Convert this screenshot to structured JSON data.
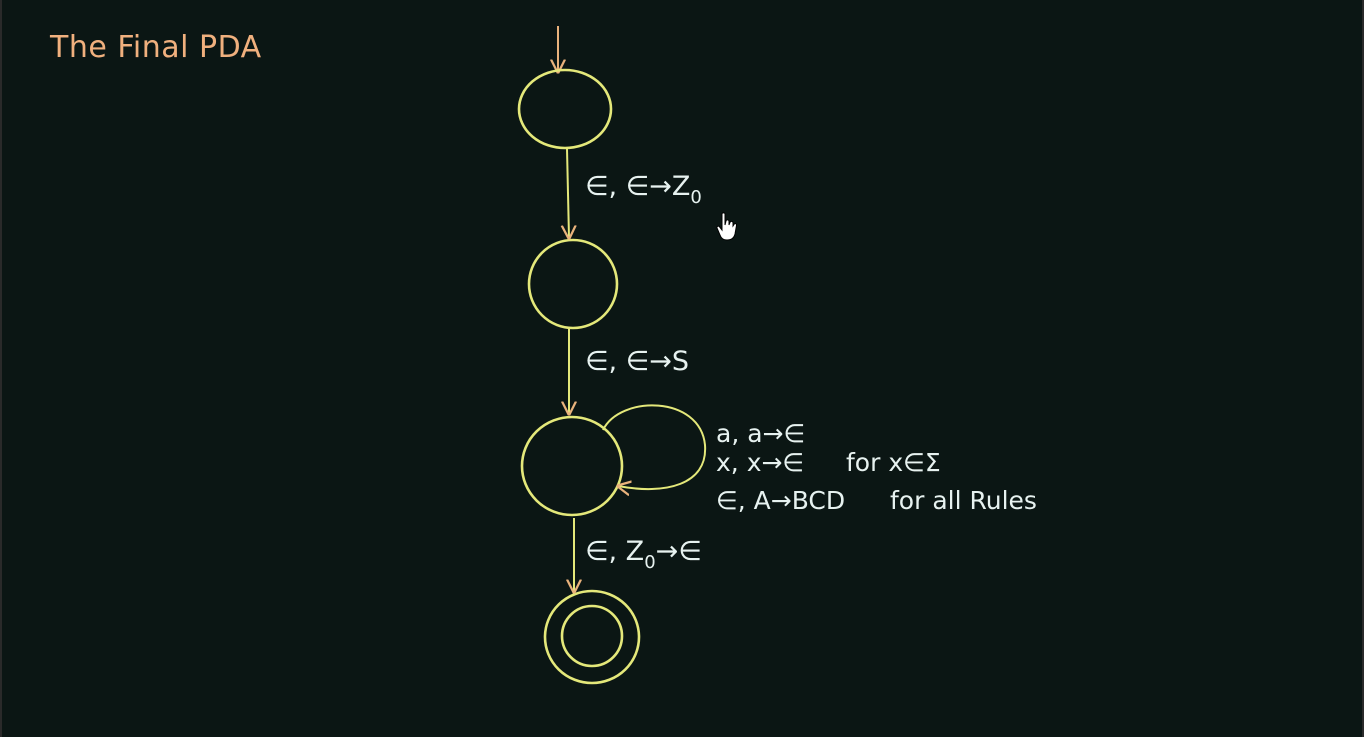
{
  "slide": {
    "title": "The Final PDA"
  },
  "diagram": {
    "states": [
      {
        "id": "q_start",
        "type": "start"
      },
      {
        "id": "q_push_z0",
        "type": "normal"
      },
      {
        "id": "q_loop",
        "type": "normal"
      },
      {
        "id": "q_accept",
        "type": "accept"
      }
    ],
    "transitions": [
      {
        "from": "q_start",
        "to": "q_push_z0",
        "label": "∈, ∈→Z",
        "label_sub": "0",
        "label_tail": ""
      },
      {
        "from": "q_push_z0",
        "to": "q_loop",
        "label": "∈, ∈→S"
      },
      {
        "from": "q_loop",
        "to": "q_loop",
        "lines": [
          {
            "text": "a, a→∈",
            "note": ""
          },
          {
            "text": "x, x→∈",
            "note": "for x∈Σ"
          },
          {
            "text": "∈, A→BCD",
            "note": "for all Rules"
          }
        ]
      },
      {
        "from": "q_loop",
        "to": "q_accept",
        "label": "∈, Z",
        "label_sub": "0",
        "label_tail": "→∈"
      }
    ]
  },
  "colors": {
    "background": "#0b1614",
    "state_stroke": "#e4e87a",
    "arrow": "#e9b27c",
    "title": "#f0b07e",
    "label": "#e7f2f0"
  },
  "icons": {
    "cursor": "hand-pointer-icon"
  }
}
